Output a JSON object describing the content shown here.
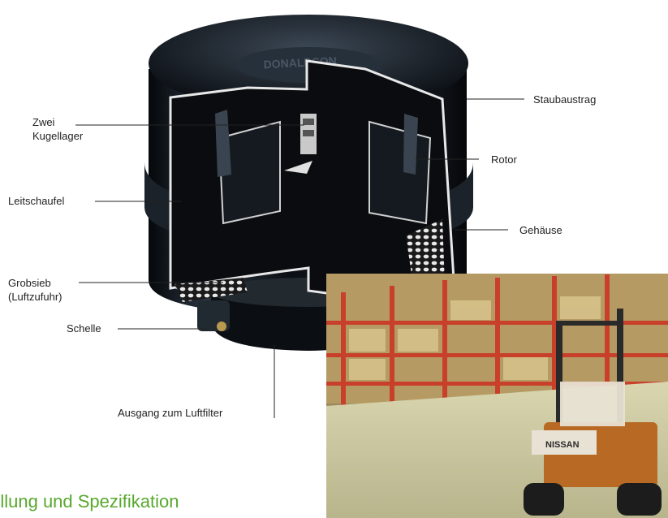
{
  "diagram": {
    "labels": {
      "zwei_kugellager_line1": "Zwei",
      "zwei_kugellager_line2": "Kugellager",
      "staubaustrag": "Staubaustrag",
      "rotor": "Rotor",
      "leitschaufel": "Leitschaufel",
      "gehaeuse": "Gehäuse",
      "grobsieb_line1": "Grobsieb",
      "grobsieb_line2": "(Luftzufuhr)",
      "schelle": "Schelle",
      "ausgang": "Ausgang zum Luftfilter"
    },
    "product_logo_text": "DONALDSON",
    "forklift_brand": "NISSAN"
  },
  "section_heading": "tellung und Spezifikation",
  "colors": {
    "housing": "#101418",
    "accent_green": "#58a82e",
    "warehouse_rack": "#c8402a",
    "forklift_body": "#b86a24"
  }
}
